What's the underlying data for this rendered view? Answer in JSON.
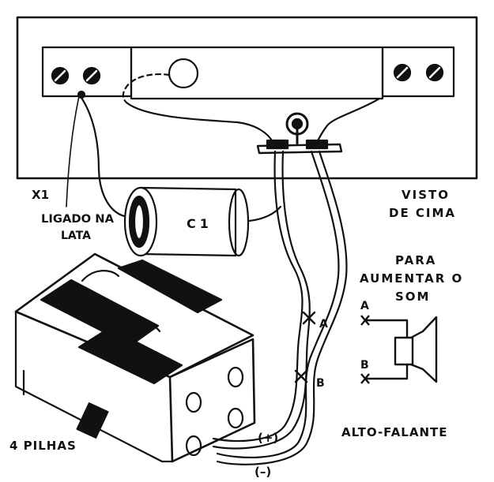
{
  "colors": {
    "ink": "#111111",
    "paper": "#ffffff"
  },
  "labels": {
    "x1": "X1",
    "ligado_line1": "LIGADO NA",
    "ligado_line2": "LATA",
    "c1": "C1",
    "visto_line1": "VISTO",
    "visto_line2": "DE CIMA",
    "para_line1": "PARA",
    "para_line2": "AUMENTAR O",
    "para_line3": "SOM",
    "point_a": "A",
    "point_b": "B",
    "point_a_wire": "A",
    "point_b_wire": "B",
    "pilhas": "4 PILHAS",
    "plus": "(+)",
    "minus": "(–)",
    "alto_falante": "ALTO-FALANTE"
  },
  "icons": [
    "screw-terminal-icon",
    "battery-holder-icon",
    "capacitor-icon",
    "speaker-icon",
    "cut-mark-icon"
  ]
}
